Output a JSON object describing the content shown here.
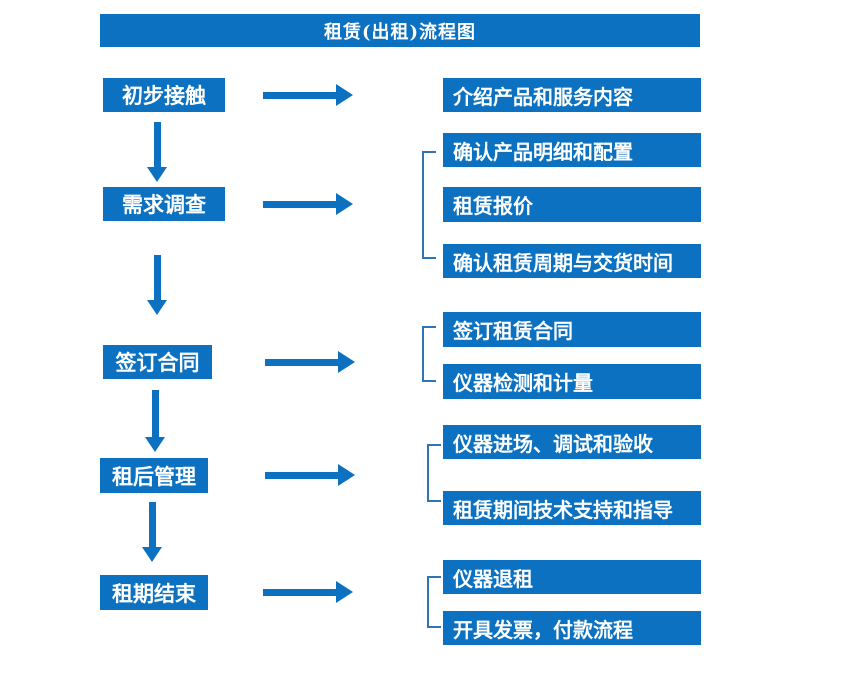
{
  "title": "租赁(出租)流程图",
  "colors": {
    "primary": "#0b71c0",
    "bracket": "#2e75b6",
    "box_text": "#ffffff",
    "background": "#ffffff"
  },
  "steps": [
    {
      "label": "初步接触",
      "details": [
        "介绍产品和服务内容"
      ]
    },
    {
      "label": "需求调查",
      "details": [
        "确认产品明细和配置",
        "租赁报价",
        "确认租赁周期与交货时间"
      ]
    },
    {
      "label": "签订合同",
      "details": [
        "签订租赁合同",
        "仪器检测和计量"
      ]
    },
    {
      "label": "租后管理",
      "details": [
        "仪器进场、调试和验收",
        "租赁期间技术支持和指导"
      ]
    },
    {
      "label": "租期结束",
      "details": [
        "仪器退租",
        "开具发票，付款流程"
      ]
    }
  ]
}
